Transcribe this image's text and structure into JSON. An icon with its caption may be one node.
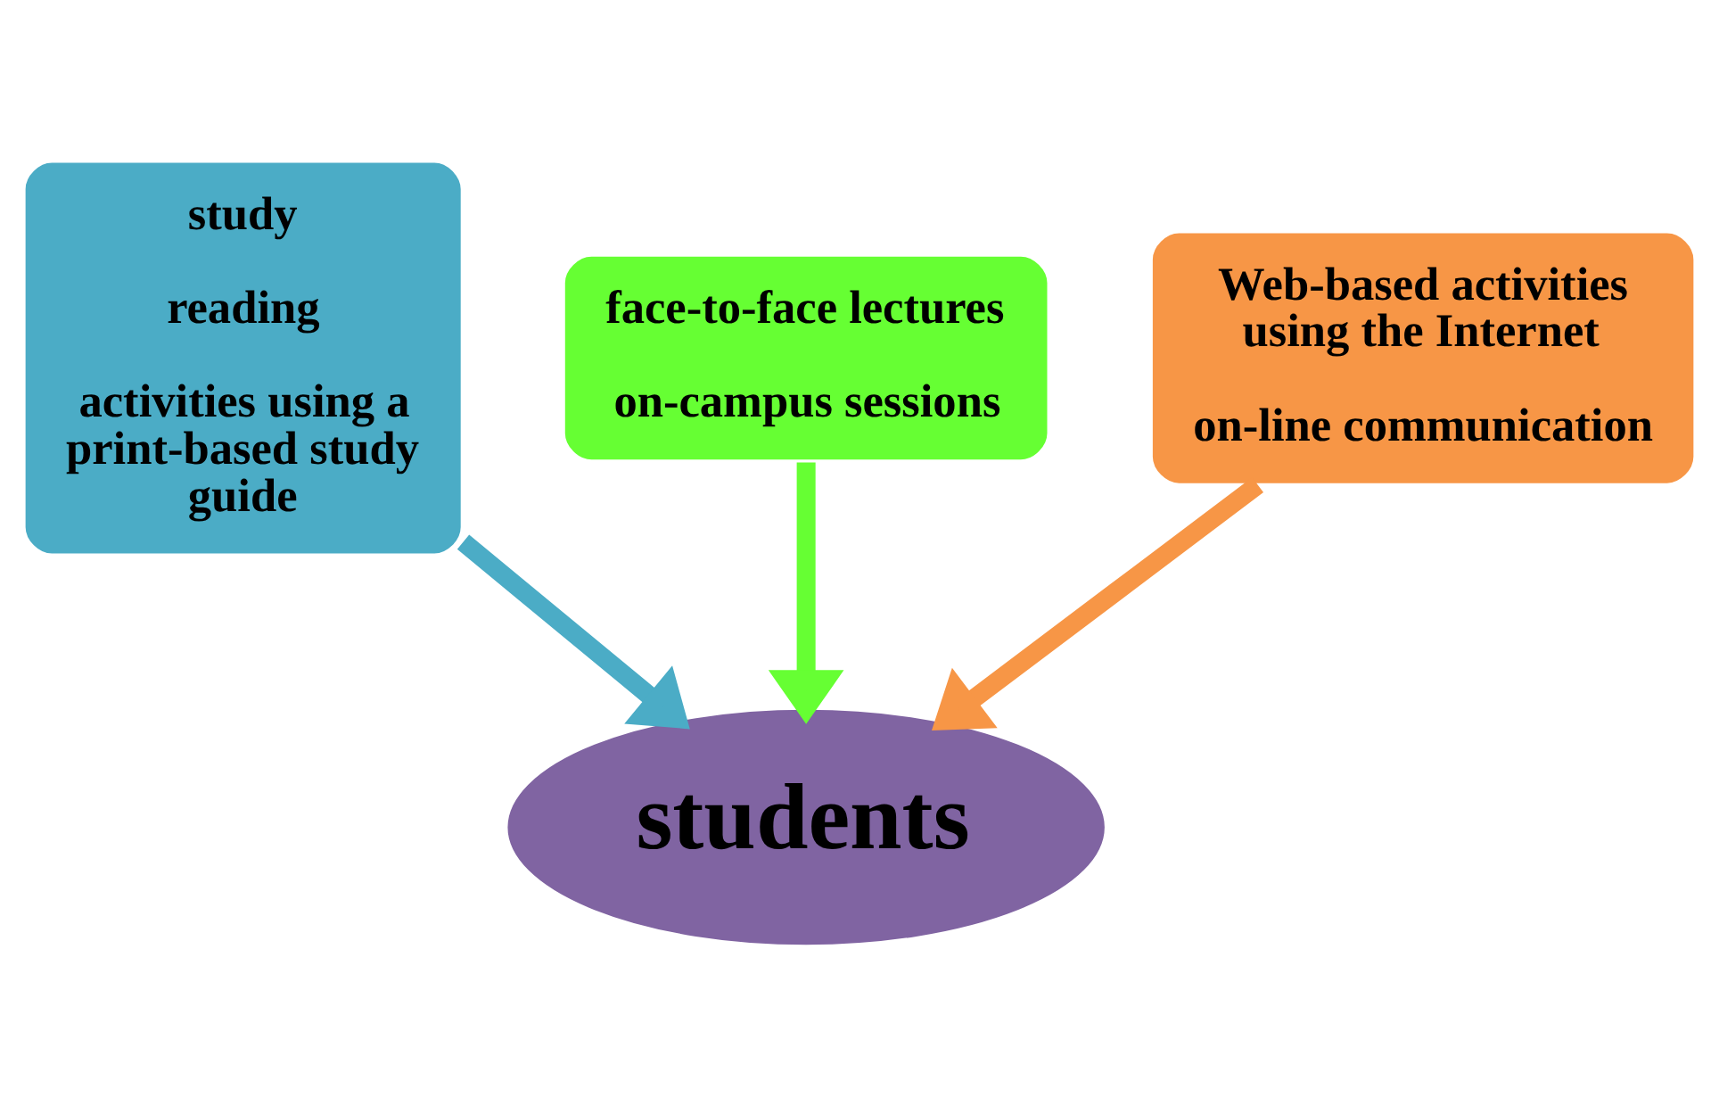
{
  "diagram": {
    "nodes": [
      {
        "text": [
          "study",
          "reading",
          "activities using a print-based study guide"
        ]
      },
      {
        "text": [
          "face-to-face lectures",
          "on-campus sessions"
        ]
      },
      {
        "text": [
          "Web-based activities using the Internet",
          "on-line communication"
        ]
      },
      {
        "text": [
          "students"
        ]
      }
    ],
    "edges": [
      {
        "from": 0,
        "to": 3,
        "arrow": "to",
        "color": "#4bacc6"
      },
      {
        "from": 1,
        "to": 3,
        "arrow": "to",
        "color": "#66ff33"
      },
      {
        "from": 2,
        "to": 3,
        "arrow": "to",
        "color": "#f79646"
      }
    ]
  }
}
